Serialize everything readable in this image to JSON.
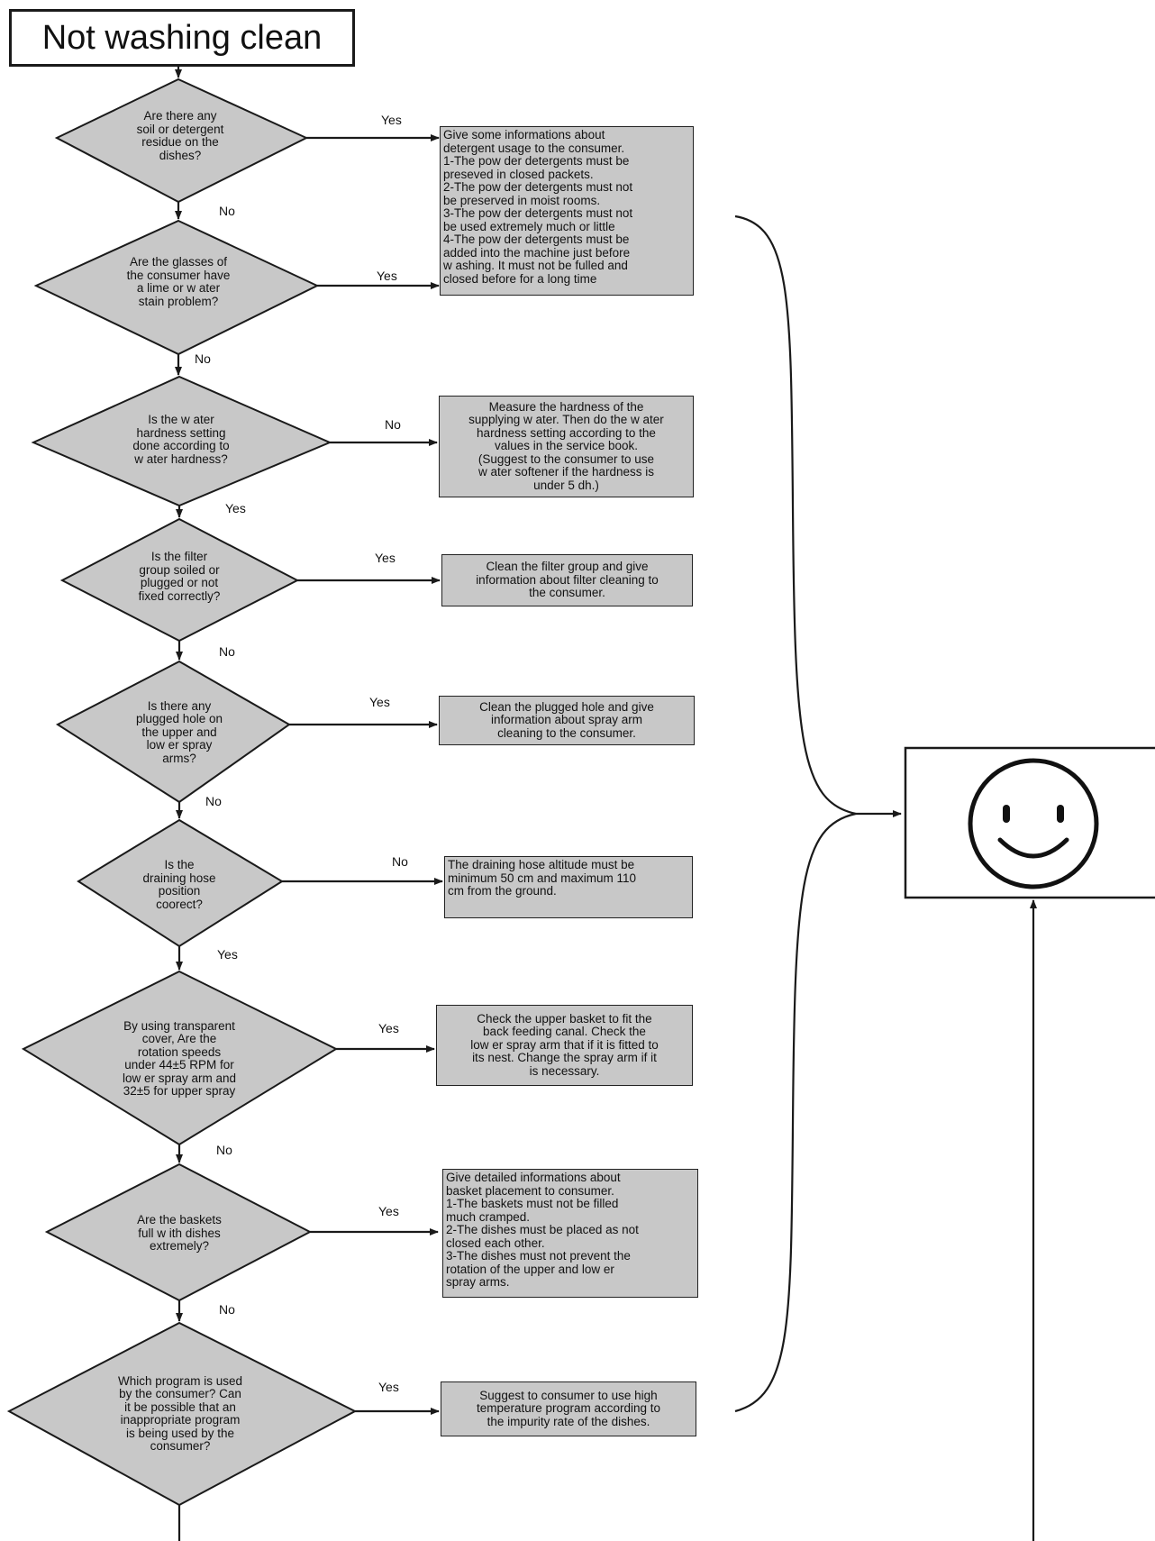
{
  "title": "Not washing clean",
  "diamonds": [
    {
      "text": "Are there any\nsoil or detergent\nresidue on the\ndishes?",
      "branch_label": "Yes",
      "down_label": "No"
    },
    {
      "text": "Are the glasses of\nthe consumer have\na lime or w ater\nstain problem?",
      "branch_label": "Yes",
      "down_label": "No"
    },
    {
      "text": "Is the w ater\nhardness setting\ndone according to\nw ater hardness?",
      "branch_label": "No",
      "down_label": "Yes"
    },
    {
      "text": "Is the filter\ngroup soiled or\nplugged or not\nfixed correctly?",
      "branch_label": "Yes",
      "down_label": "No"
    },
    {
      "text": "Is there any\nplugged hole on\nthe upper and\nlow er spray\narms?",
      "branch_label": "Yes",
      "down_label": "No"
    },
    {
      "text": "Is the\ndraining hose\nposition\ncoorect?",
      "branch_label": "No",
      "down_label": "Yes"
    },
    {
      "text": "By using transparent\ncover, Are the\nrotation speeds\nunder 44±5 RPM  for\nlow er spray arm and\n32±5 for upper spray",
      "branch_label": "Yes",
      "down_label": "No"
    },
    {
      "text": "Are the baskets\nfull w ith dishes\nextremely?",
      "branch_label": "Yes",
      "down_label": "No"
    },
    {
      "text": "Which program is used\nby the consumer? Can\nit be possible that an\ninappropriate program\nis being used by the\nconsumer?",
      "branch_label": "Yes"
    }
  ],
  "actions": [
    {
      "text": "Give some informations about\ndetergent usage to the consumer.\n1-The pow der detergents must be\npreseved in closed packets.\n2-The pow der detergents must not\nbe preserved in moist rooms.\n3-The pow der detergents must not\nbe used extremely much or little\n4-The pow der detergents must be\nadded into the machine just before\nw ashing. It must not be fulled and\nclosed before for a long time"
    },
    {
      "text": "Measure the hardness of the\nsupplying w ater. Then do the w ater\nhardness setting according to the\nvalues in the service book.\n(Suggest to the consumer to use\nw ater softener if the hardness is\nunder 5 dh.)"
    },
    {
      "text": "Clean  the filter group and give\ninformation about filter cleaning to\nthe consumer."
    },
    {
      "text": "Clean  the plugged hole and give\ninformation about spray arm\ncleaning to the consumer."
    },
    {
      "text": "The draining hose altitude  must be\nminimum  50 cm and maximum  110\ncm from the ground."
    },
    {
      "text": "Check the upper basket to fit the\nback feeding canal. Check the\nlow er spray arm that if it is fitted to\nits nest. Change the spray arm if  it\nis necessary."
    },
    {
      "text": "Give detailed informations about\nbasket placement  to consumer.\n1-The baskets must not be filled\nmuch cramped.\n2-The dishes must be placed as not\nclosed each other.\n 3-The dishes must not prevent the\nrotation of the upper and low er\nspray arms."
    },
    {
      "text": "Suggest to consumer to use high\ntemperature program according to\nthe impurity rate of the dishes."
    }
  ],
  "result": {
    "icon": "smiley-icon"
  }
}
